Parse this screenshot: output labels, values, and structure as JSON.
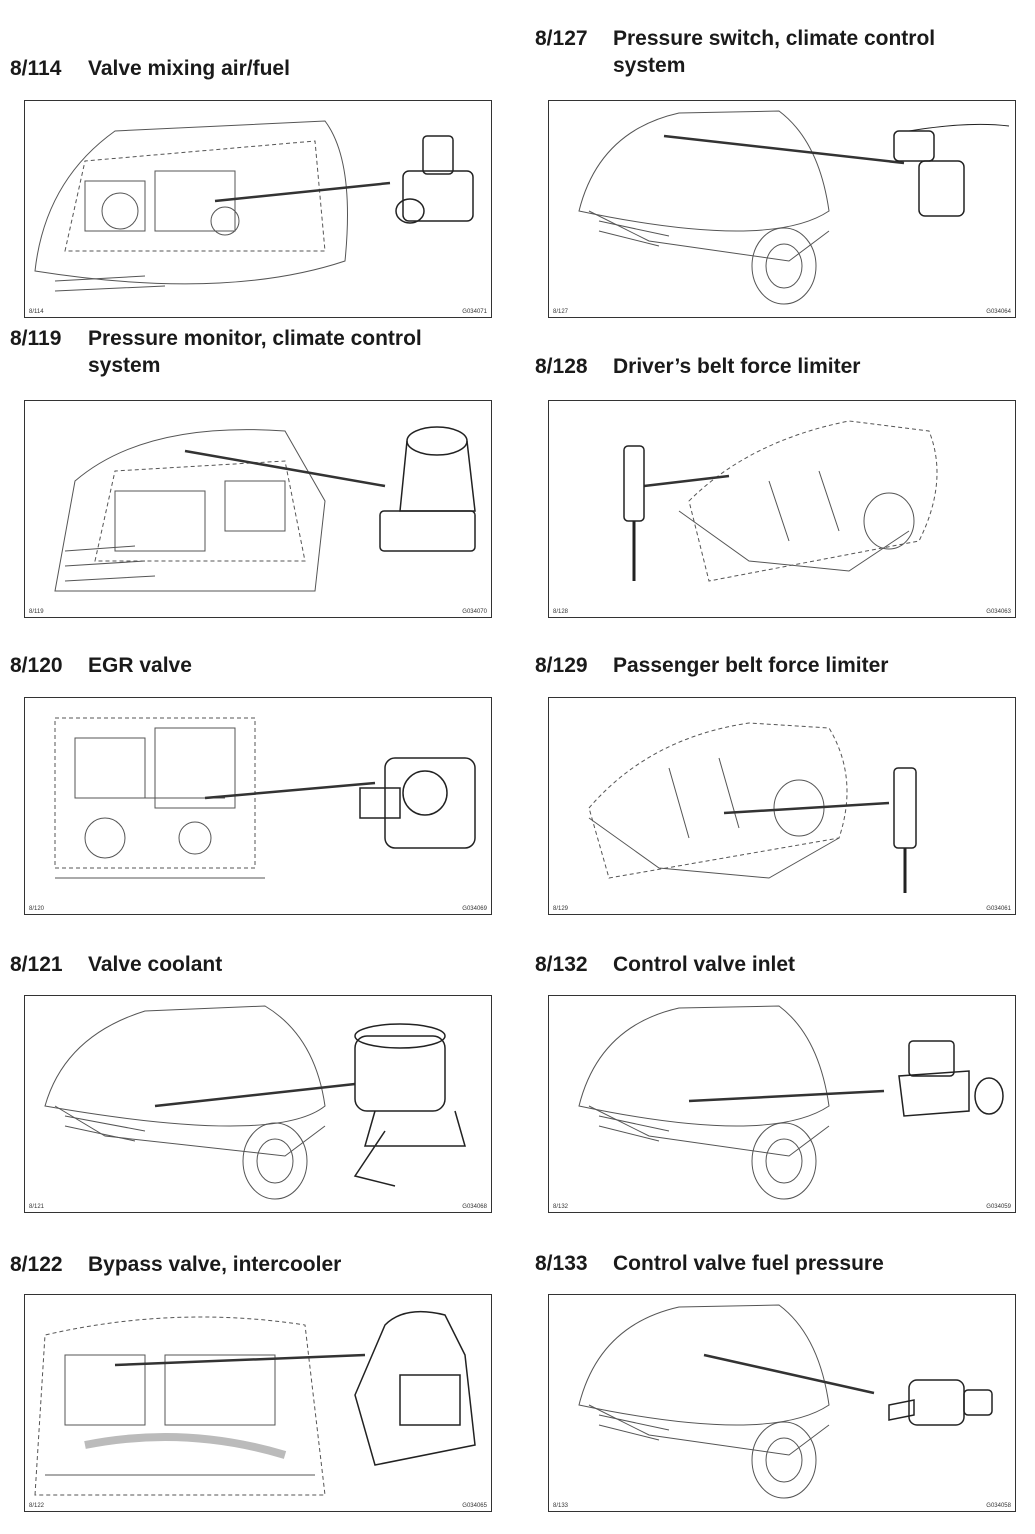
{
  "entries": [
    {
      "code": "8/114",
      "title": "Valve mixing air/fuel",
      "figure": {
        "code": "8/114",
        "id": "G034071"
      }
    },
    {
      "code": "8/119",
      "title": "Pressure monitor, climate control system",
      "figure": {
        "code": "8/119",
        "id": "G034070"
      }
    },
    {
      "code": "8/120",
      "title": "EGR valve",
      "figure": {
        "code": "8/120",
        "id": "G034069"
      }
    },
    {
      "code": "8/121",
      "title": "Valve coolant",
      "figure": {
        "code": "8/121",
        "id": "G034068"
      }
    },
    {
      "code": "8/122",
      "title": "Bypass valve, intercooler",
      "figure": {
        "code": "8/122",
        "id": "G034065"
      }
    },
    {
      "code": "8/127",
      "title": "Pressure switch, climate control system",
      "figure": {
        "code": "8/127",
        "id": "G034064"
      }
    },
    {
      "code": "8/128",
      "title": "Driver’s belt force limiter",
      "figure": {
        "code": "8/128",
        "id": "G034063"
      }
    },
    {
      "code": "8/129",
      "title": "Passenger belt force limiter",
      "figure": {
        "code": "8/129",
        "id": "G034061"
      }
    },
    {
      "code": "8/132",
      "title": "Control valve inlet",
      "figure": {
        "code": "8/132",
        "id": "G034059"
      }
    },
    {
      "code": "8/133",
      "title": "Control valve fuel pressure",
      "figure": {
        "code": "8/133",
        "id": "G034058"
      }
    }
  ]
}
